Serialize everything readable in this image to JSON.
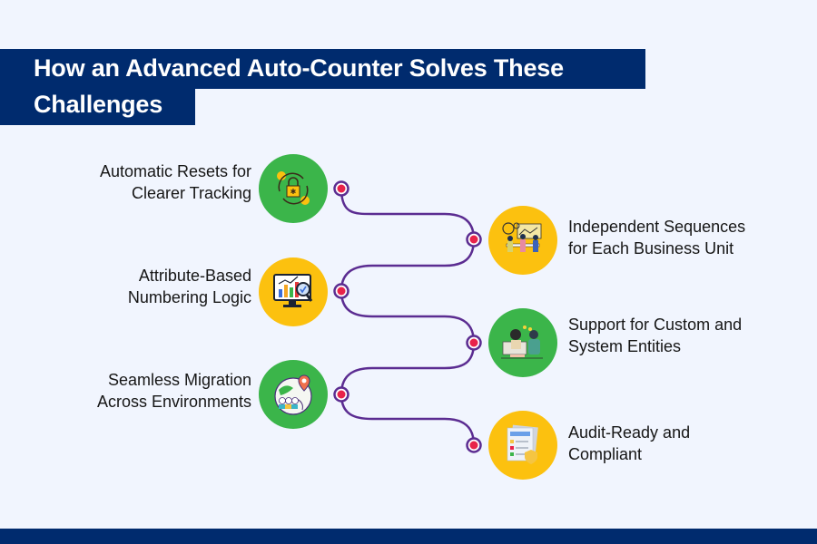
{
  "header": {
    "title_line1": "How an Advanced Auto-Counter Solves These",
    "title_line2": "Challenges"
  },
  "colors": {
    "navy": "#002b6e",
    "green": "#3bb54a",
    "yellow": "#fcc10f",
    "connector": "#5b2c91",
    "dot": "#e8234a",
    "background": "#f1f5fe"
  },
  "steps": [
    {
      "line1": "Automatic Resets for",
      "line2": "Clearer Tracking",
      "side": "left",
      "color": "green",
      "icon": "lock-reset-icon"
    },
    {
      "line1": "Independent Sequences",
      "line2": "for Each Business Unit",
      "side": "right",
      "color": "yellow",
      "icon": "team-meeting-icon"
    },
    {
      "line1": "Attribute-Based",
      "line2": "Numbering Logic",
      "side": "left",
      "color": "yellow",
      "icon": "analytics-monitor-icon"
    },
    {
      "line1": "Support for Custom and",
      "line2": "System Entities",
      "side": "right",
      "color": "green",
      "icon": "robot-support-icon"
    },
    {
      "line1": "Seamless Migration",
      "line2": "Across Environments",
      "side": "left",
      "color": "green",
      "icon": "globe-location-icon"
    },
    {
      "line1": "Audit-Ready and",
      "line2": "Compliant",
      "side": "right",
      "color": "yellow",
      "icon": "checklist-shield-icon"
    }
  ]
}
